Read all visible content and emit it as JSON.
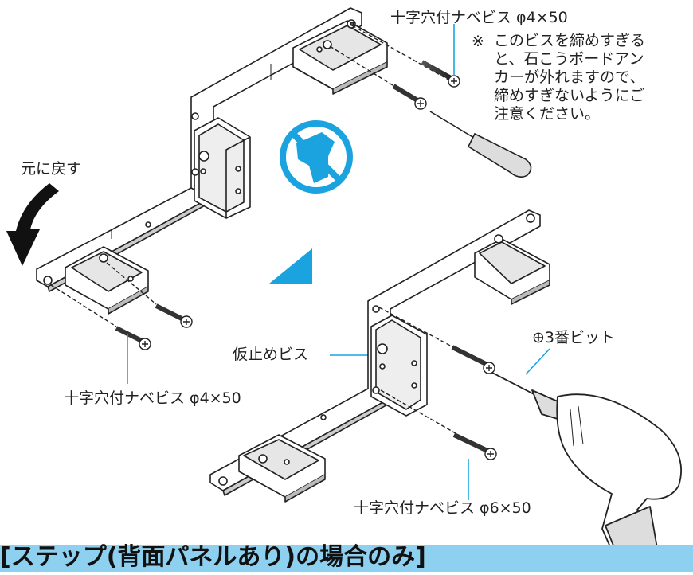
{
  "labels": {
    "screw_top": "十字穴付ナベビス φ4×50",
    "note_mark": "※",
    "note": "このビスを締めすぎる\nと、石こうボードアン\nカーが外れますので、\n締めすぎないようにご\n注意ください。",
    "return": "元に戻す",
    "temp_screw": "仮止めビス",
    "screw_left": "十字穴付ナベビス φ4×50",
    "bit": "⊕3番ビット",
    "screw_bottom": "十字穴付ナベビス φ6×50"
  },
  "banner": {
    "title": "[ステップ(背面パネルあり)の場合のみ]"
  },
  "icons": [
    "no-power-drill-icon",
    "arrow-triangle-icon",
    "curved-arrow-icon",
    "screwdriver-icon",
    "power-drill-icon"
  ],
  "colors": {
    "accent": "#1aa3df",
    "banner": "#8ed0ef",
    "line": "#222222"
  }
}
